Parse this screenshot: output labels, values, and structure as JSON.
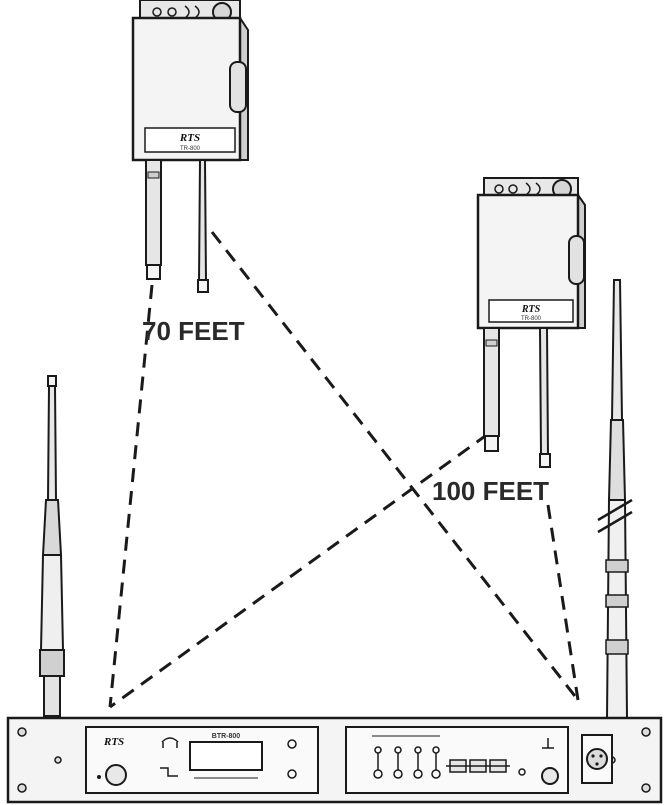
{
  "labels": {
    "distance_short": "70 FEET",
    "distance_long": "100 FEET"
  },
  "beltpack_left": {
    "brand": "RTS",
    "model": "TR-800"
  },
  "beltpack_right": {
    "brand": "RTS",
    "model": "TR-800"
  },
  "base_station": {
    "brand": "RTS",
    "model": "BTR-800"
  },
  "colors": {
    "line": "#1a1a1a",
    "device_fill": "#f4f4f4",
    "shadow": "#bdbdbd"
  }
}
